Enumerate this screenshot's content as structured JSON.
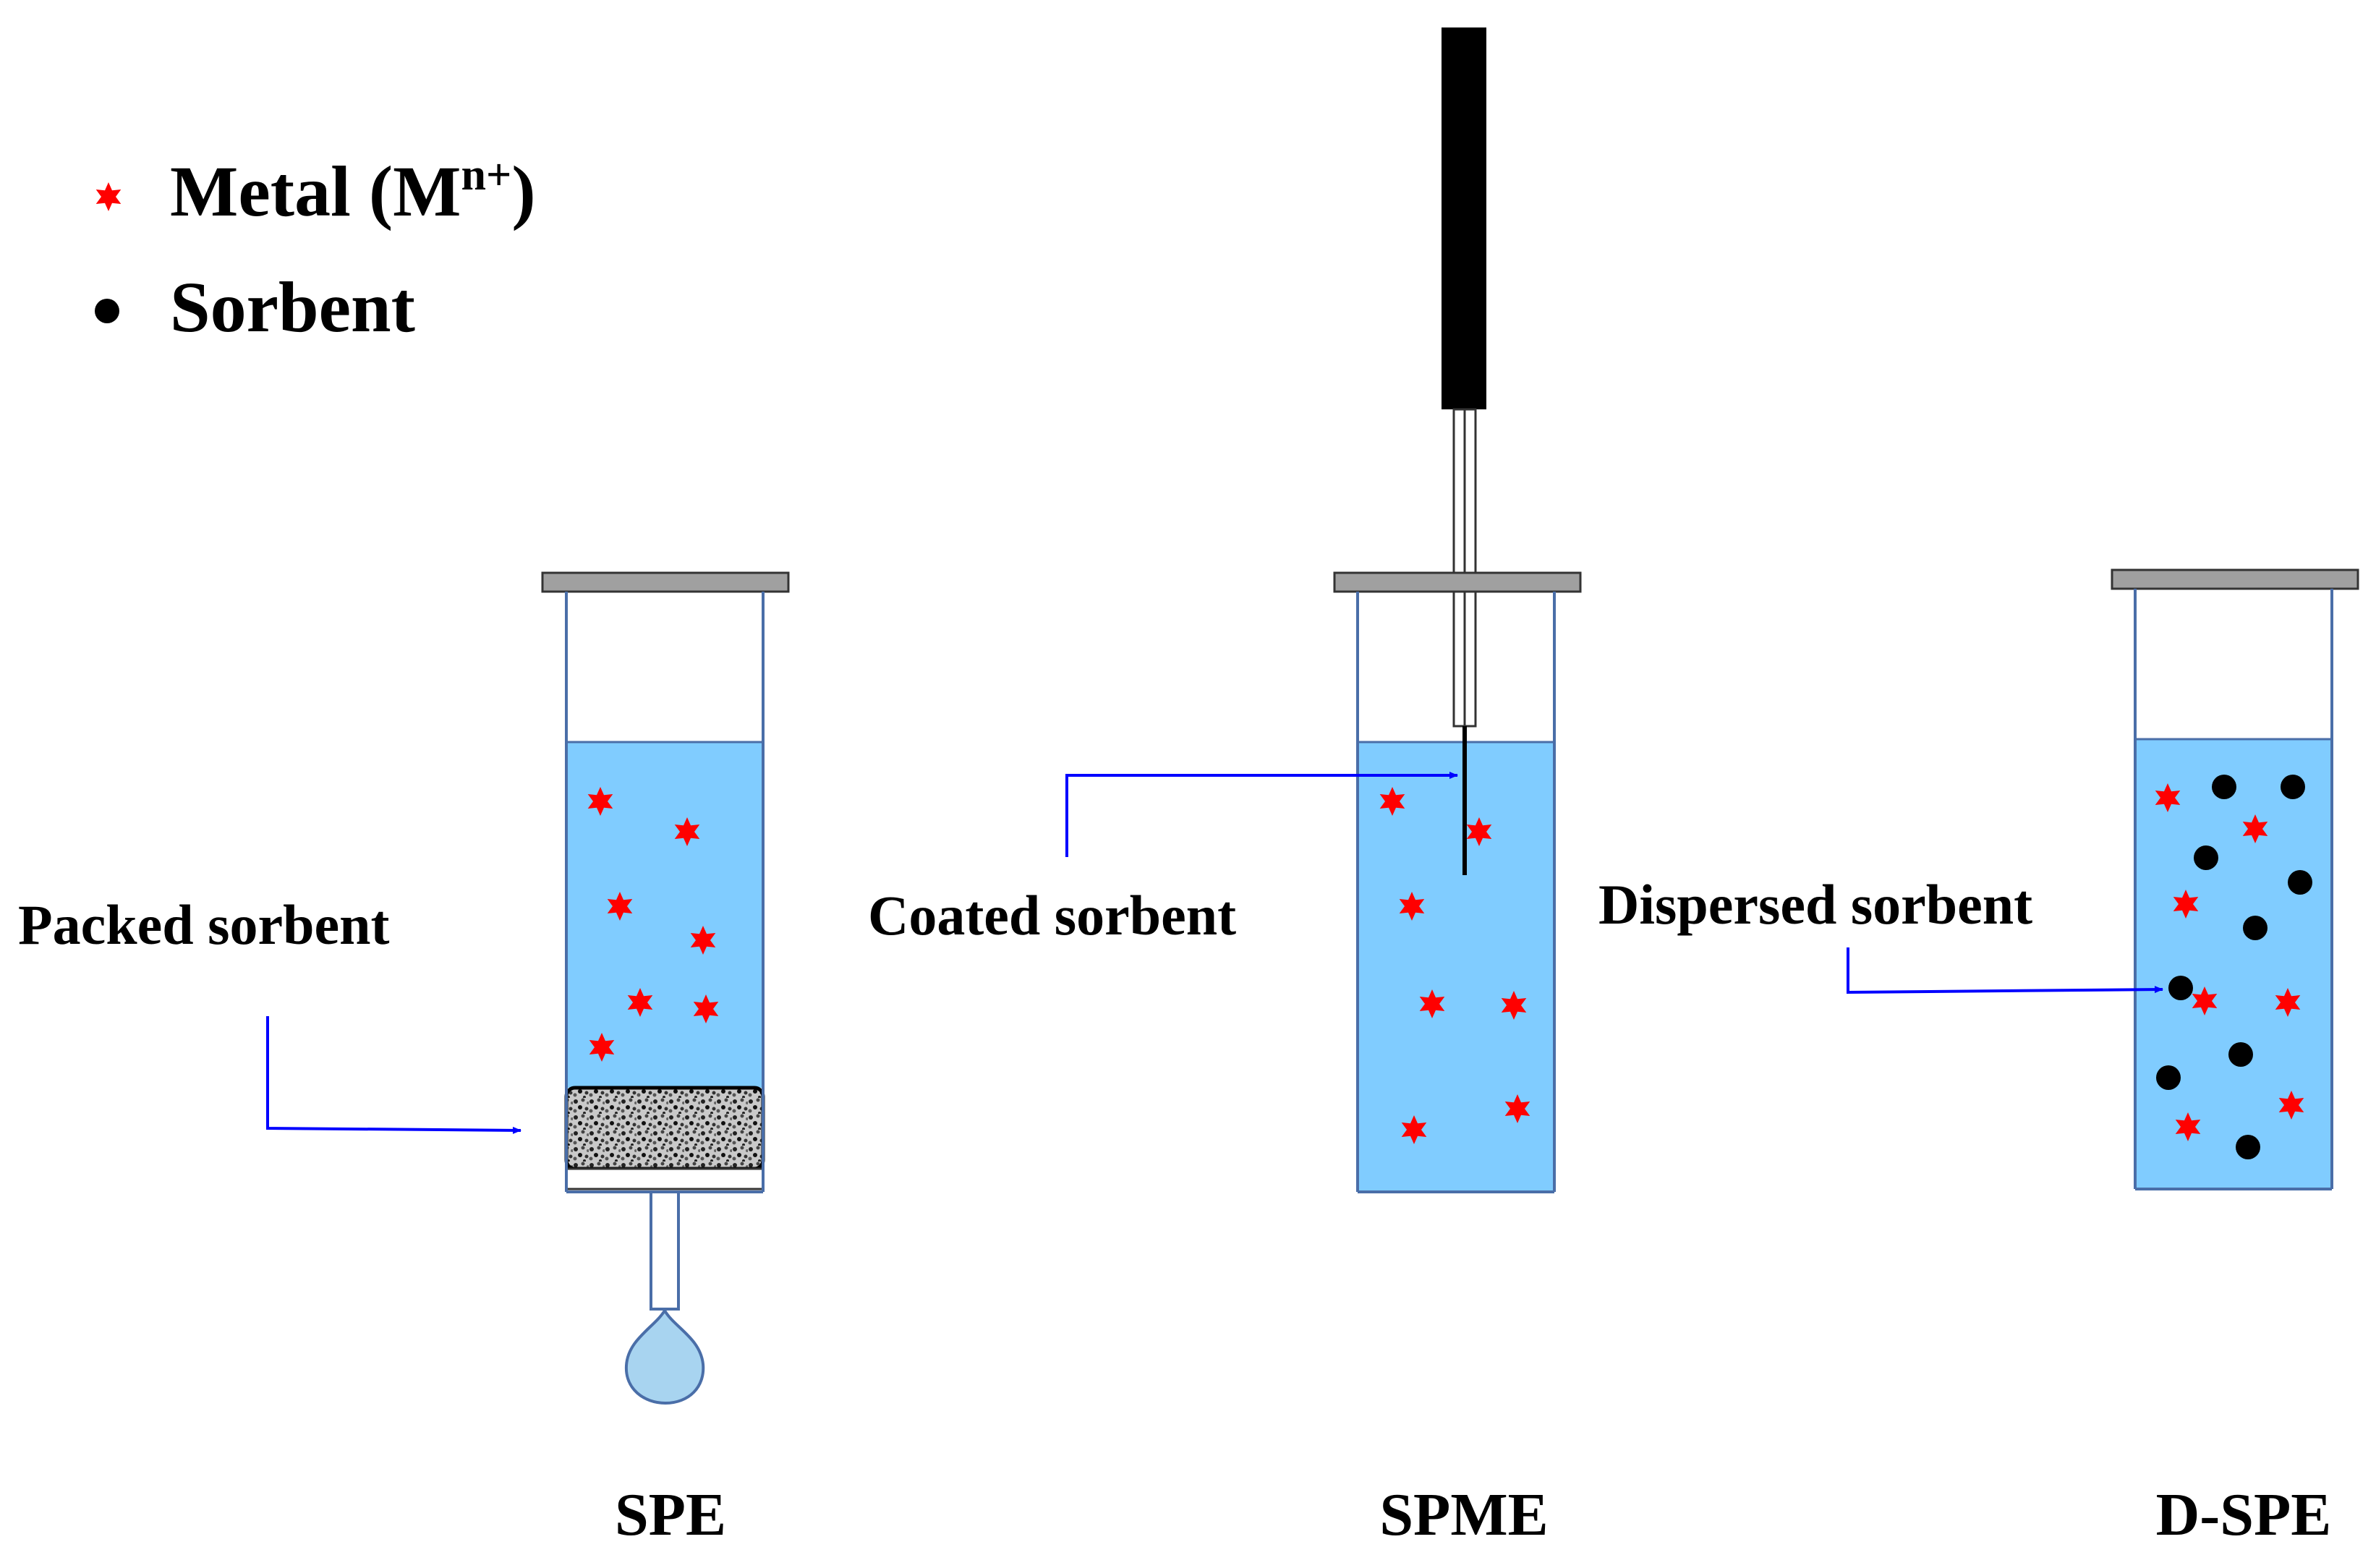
{
  "legend": {
    "metal_label": "Metal (M",
    "metal_superscript": "n+",
    "metal_close": ")",
    "sorbent_label": "Sorbent"
  },
  "panels": [
    {
      "id": "spe",
      "label": "SPE",
      "callout": "Packed sorbent"
    },
    {
      "id": "spme",
      "label": "SPME",
      "callout": "Coated sorbent"
    },
    {
      "id": "dspe",
      "label": "D-SPE",
      "callout": "Dispersed sorbent"
    }
  ],
  "colors": {
    "liquid": "#80CCFF",
    "vial_outline": "#4A6EA8",
    "cap": "#A0A0A0",
    "metal_star": "#FF0000",
    "sorbent_dot": "#000000",
    "arrow": "#0000FF",
    "fiber_holder": "#000000",
    "droplet": "#A8D4F0",
    "packed_bed": "#C0C0C0"
  },
  "icons": {
    "metal": "six-point-star-icon",
    "sorbent": "filled-circle-icon"
  }
}
